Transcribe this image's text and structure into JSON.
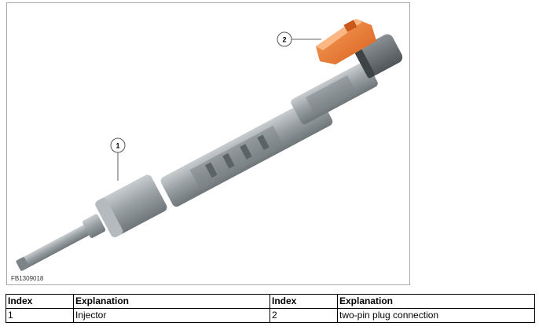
{
  "figure": {
    "id_label": "FB1309018",
    "callouts": [
      {
        "number": "1"
      },
      {
        "number": "2"
      }
    ],
    "colors": {
      "connector": "#f0782a",
      "body": "#9aa1a5",
      "frame": "#a8a8a8"
    }
  },
  "legend": {
    "headers": [
      "Index",
      "Explanation",
      "Index",
      "Explanation"
    ],
    "rows": [
      [
        "1",
        "Injector",
        "2",
        "two-pin plug connection"
      ]
    ]
  }
}
